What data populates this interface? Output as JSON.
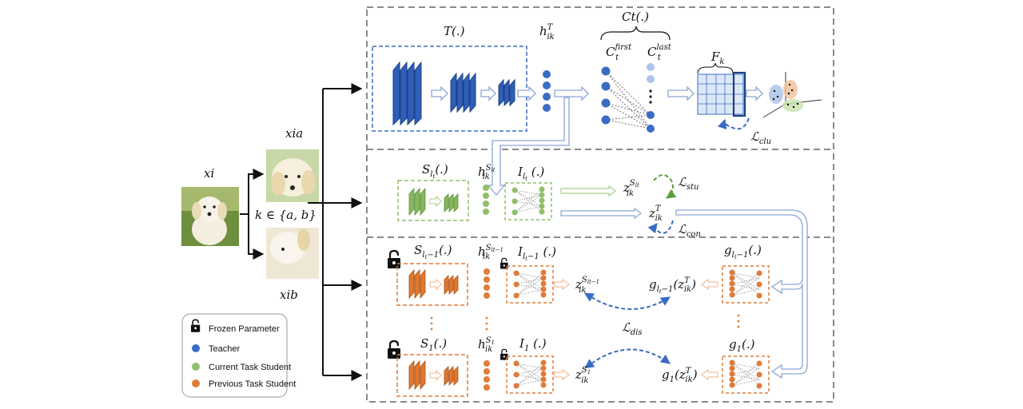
{
  "labels": {
    "x_i": "xi",
    "x_ia": "xia",
    "x_ib": "xib",
    "k_set": "k ∈ {a, b}",
    "teacher_fn": "T(.)",
    "h_teacher": "hikT",
    "cluster_fn": "Ct(.)",
    "c_first": "Ctfirst",
    "c_last": "Ctlast",
    "f_k": "Fk",
    "l_clu": "ℒclu",
    "s_cur": "Slt(.)",
    "h_cur": "hikSlt",
    "i_cur": "Ilt(.)",
    "z_cur": "zikSlt",
    "l_stu": "ℒstu",
    "z_teacher": "zikT",
    "l_con": "ℒcon",
    "s_prev": "Slt−1(.)",
    "h_prev": "hikSlt−1",
    "i_prev": "Ilt−1(.)",
    "z_prev": "zikSlt−1",
    "g_prev": "glt−1(.)",
    "g_prev_z": "glt−1(zikT)",
    "l_dis": "ℒdis",
    "s_1": "S1(.)",
    "h_1": "hikS1",
    "i_1": "I1(.)",
    "z_1": "zikS1",
    "g_1": "g1(.)",
    "g_1_z": "g1(zikT)"
  },
  "legend": {
    "frozen": "Frozen Parameter",
    "teacher": "Teacher",
    "current": "Current Task Student",
    "previous": "Previous Task Student"
  },
  "colors": {
    "teacher": "#3a6cc4",
    "teacher_light": "#aec4e8",
    "current": "#8fbf6a",
    "current_light": "#c9e3b3",
    "previous": "#e07b39",
    "previous_light": "#f2c39e",
    "section_border": "#8a8a8a"
  },
  "icons": [
    "lock-icon",
    "puppy-image"
  ]
}
